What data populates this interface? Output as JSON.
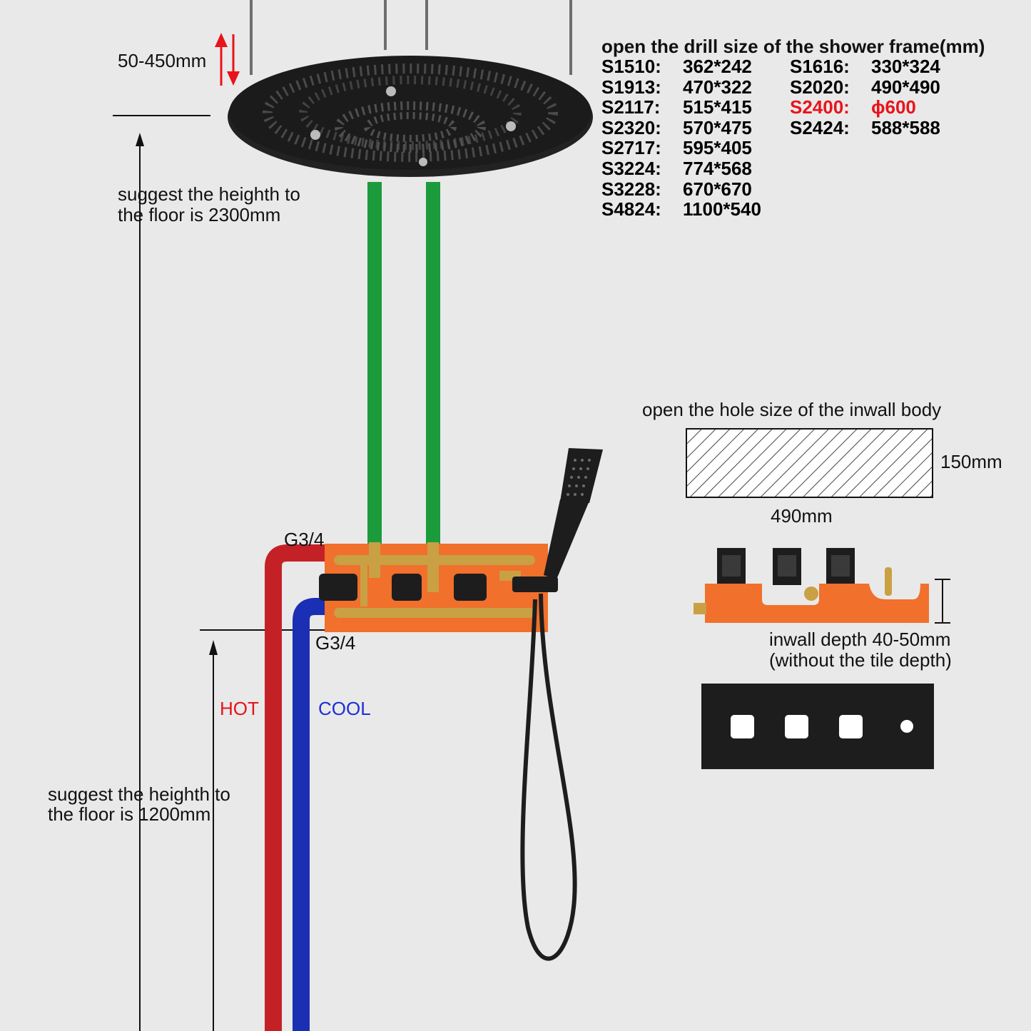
{
  "ceiling_gap": "50-450mm",
  "shower_height_note": [
    "suggest the heighth to",
    "the floor is 2300mm"
  ],
  "valve_height_note": [
    "suggest the heighth to",
    "the floor is 1200mm"
  ],
  "frame_sizes": {
    "title": "open the drill size of the shower frame(mm)",
    "left_column": [
      {
        "model": "S1510:",
        "size": "362*242"
      },
      {
        "model": "S1913:",
        "size": "470*322"
      },
      {
        "model": "S2117:",
        "size": "515*415"
      },
      {
        "model": "S2320:",
        "size": "570*475"
      },
      {
        "model": "S2717:",
        "size": "595*405"
      },
      {
        "model": "S3224:",
        "size": "774*568"
      },
      {
        "model": "S3228:",
        "size": "670*670"
      },
      {
        "model": "S4824:",
        "size": "1100*540"
      }
    ],
    "right_column": [
      {
        "model": "S1616:",
        "size": "330*324"
      },
      {
        "model": "S2020:",
        "size": "490*490"
      },
      {
        "model": "S2400:",
        "size": "ϕ600",
        "highlight": true
      },
      {
        "model": "S2424:",
        "size": "588*588"
      }
    ]
  },
  "hole_size": {
    "title": "open the hole size of the inwall body",
    "height": "150mm",
    "width": "490mm"
  },
  "inwall_depth": [
    "inwall depth 40-50mm",
    "(without the tile depth)"
  ],
  "inlets": {
    "hot_thread": "G3/4",
    "cool_thread": "G3/4",
    "hot_label": "HOT",
    "cool_label": "COOL"
  },
  "colors": {
    "hot_pipe": "#c42127",
    "cool_pipe": "#1b2fb5",
    "shower_pipe": "#1c9b3c",
    "valve_body": "#f0702c",
    "brass": "#c9a044",
    "highlight_red": "#e8141b",
    "fixture_black": "#1d1d1d"
  }
}
